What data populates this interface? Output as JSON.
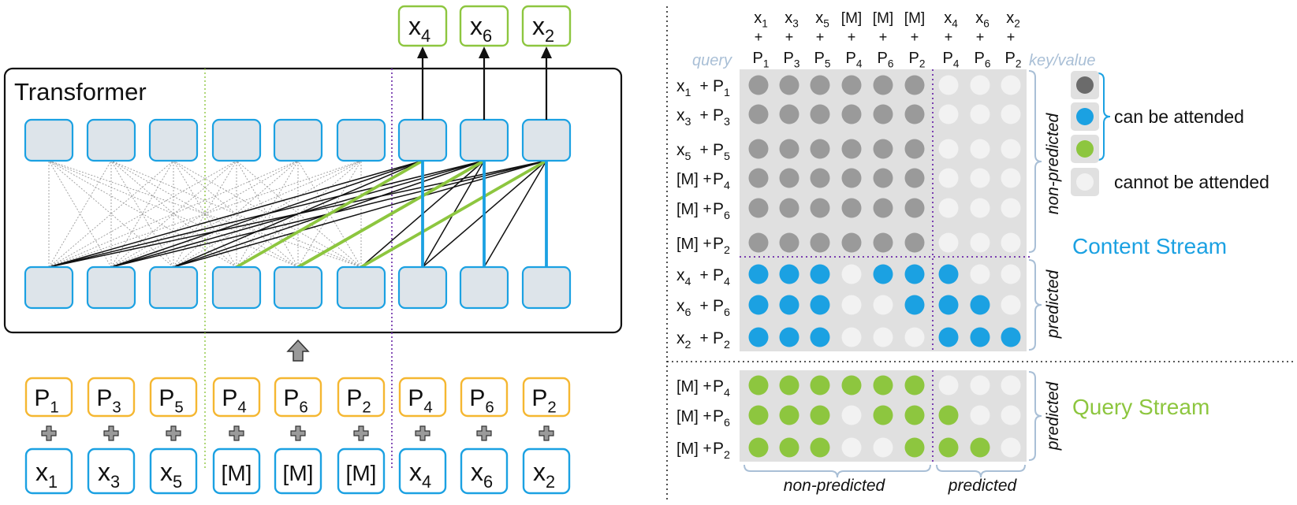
{
  "left_panel": {
    "transformer_label": "Transformer",
    "outputs": [
      {
        "base": "x",
        "sub": "4"
      },
      {
        "base": "x",
        "sub": "6"
      },
      {
        "base": "x",
        "sub": "2"
      }
    ],
    "positions": [
      {
        "base": "P",
        "sub": "1"
      },
      {
        "base": "P",
        "sub": "3"
      },
      {
        "base": "P",
        "sub": "5"
      },
      {
        "base": "P",
        "sub": "4"
      },
      {
        "base": "P",
        "sub": "6"
      },
      {
        "base": "P",
        "sub": "2"
      },
      {
        "base": "P",
        "sub": "4"
      },
      {
        "base": "P",
        "sub": "6"
      },
      {
        "base": "P",
        "sub": "2"
      }
    ],
    "tokens": [
      {
        "base": "x",
        "sub": "1"
      },
      {
        "base": "x",
        "sub": "3"
      },
      {
        "base": "x",
        "sub": "5"
      },
      {
        "base": "[M]",
        "sub": ""
      },
      {
        "base": "[M]",
        "sub": ""
      },
      {
        "base": "[M]",
        "sub": ""
      },
      {
        "base": "x",
        "sub": "4"
      },
      {
        "base": "x",
        "sub": "6"
      },
      {
        "base": "x",
        "sub": "2"
      }
    ],
    "plus_symbol": "+"
  },
  "right_panel": {
    "query_label": "query",
    "keyvalue_label": "key/value",
    "column_headers": [
      {
        "top": "x",
        "sub": "1",
        "plus": "+",
        "p": "P",
        "psub": "1"
      },
      {
        "top": "x",
        "sub": "3",
        "plus": "+",
        "p": "P",
        "psub": "3"
      },
      {
        "top": "x",
        "sub": "5",
        "plus": "+",
        "p": "P",
        "psub": "5"
      },
      {
        "top": "[M]",
        "sub": "",
        "plus": "+",
        "p": "P",
        "psub": "4"
      },
      {
        "top": "[M]",
        "sub": "",
        "plus": "+",
        "p": "P",
        "psub": "6"
      },
      {
        "top": "[M]",
        "sub": "",
        "plus": "+",
        "p": "P",
        "psub": "2"
      },
      {
        "top": "x",
        "sub": "4",
        "plus": "+",
        "p": "P",
        "psub": "4"
      },
      {
        "top": "x",
        "sub": "6",
        "plus": "+",
        "p": "P",
        "psub": "6"
      },
      {
        "top": "x",
        "sub": "2",
        "plus": "+",
        "p": "P",
        "psub": "2"
      }
    ],
    "content_rows": [
      {
        "a": "x",
        "asub": "1",
        "p": "P",
        "psub": "1",
        "cells": "GGGGGGWWW"
      },
      {
        "a": "x",
        "asub": "3",
        "p": "P",
        "psub": "3",
        "cells": "GGGGGGWWW"
      },
      {
        "a": "x",
        "asub": "5",
        "p": "P",
        "psub": "5",
        "cells": "GGGGGGWWW"
      },
      {
        "a": "[M]",
        "asub": "",
        "p": "P",
        "psub": "4",
        "cells": "GGGGGGWWW"
      },
      {
        "a": "[M]",
        "asub": "",
        "p": "P",
        "psub": "6",
        "cells": "GGGGGGWWW"
      },
      {
        "a": "[M]",
        "asub": "",
        "p": "P",
        "psub": "2",
        "cells": "GGGGGGWWW"
      },
      {
        "a": "x",
        "asub": "4",
        "p": "P",
        "psub": "4",
        "cells": "BBBWBBBWW"
      },
      {
        "a": "x",
        "asub": "6",
        "p": "P",
        "psub": "6",
        "cells": "BBBWWBBBW"
      },
      {
        "a": "x",
        "asub": "2",
        "p": "P",
        "psub": "2",
        "cells": "BBBWWWBBB"
      }
    ],
    "query_rows": [
      {
        "a": "[M]",
        "asub": "",
        "p": "P",
        "psub": "4",
        "cells": "LLLLLLWWW"
      },
      {
        "a": "[M]",
        "asub": "",
        "p": "P",
        "psub": "6",
        "cells": "LLLWLLLWW"
      },
      {
        "a": "[M]",
        "asub": "",
        "p": "P",
        "psub": "2",
        "cells": "LLLWWLLLW"
      }
    ],
    "side_labels": {
      "non_predicted": "non-predicted",
      "predicted_content": "predicted",
      "predicted_query": "predicted"
    },
    "bottom_labels": {
      "non_predicted": "non-predicted",
      "predicted": "predicted"
    },
    "content_stream_label": "Content Stream",
    "query_stream_label": "Query Stream",
    "legend": {
      "can_attend": "can be attended",
      "cannot_attend": "cannot be attended"
    }
  },
  "colors": {
    "blue": "#1ba1e2",
    "green": "#8dc63f",
    "dark_gray": "#9a9a9a",
    "legend_dark": "#6b6b6b",
    "light_dot": "#f2f2f2",
    "box_fill": "#dde4ea",
    "box_stroke": "#1ba1e2",
    "orange": "#f5b731",
    "purple_dots": "#7a3fb0",
    "panel_gray": "#e0e0e0",
    "stream_blue": "#1ba1e2",
    "stream_green": "#8dc63f"
  }
}
